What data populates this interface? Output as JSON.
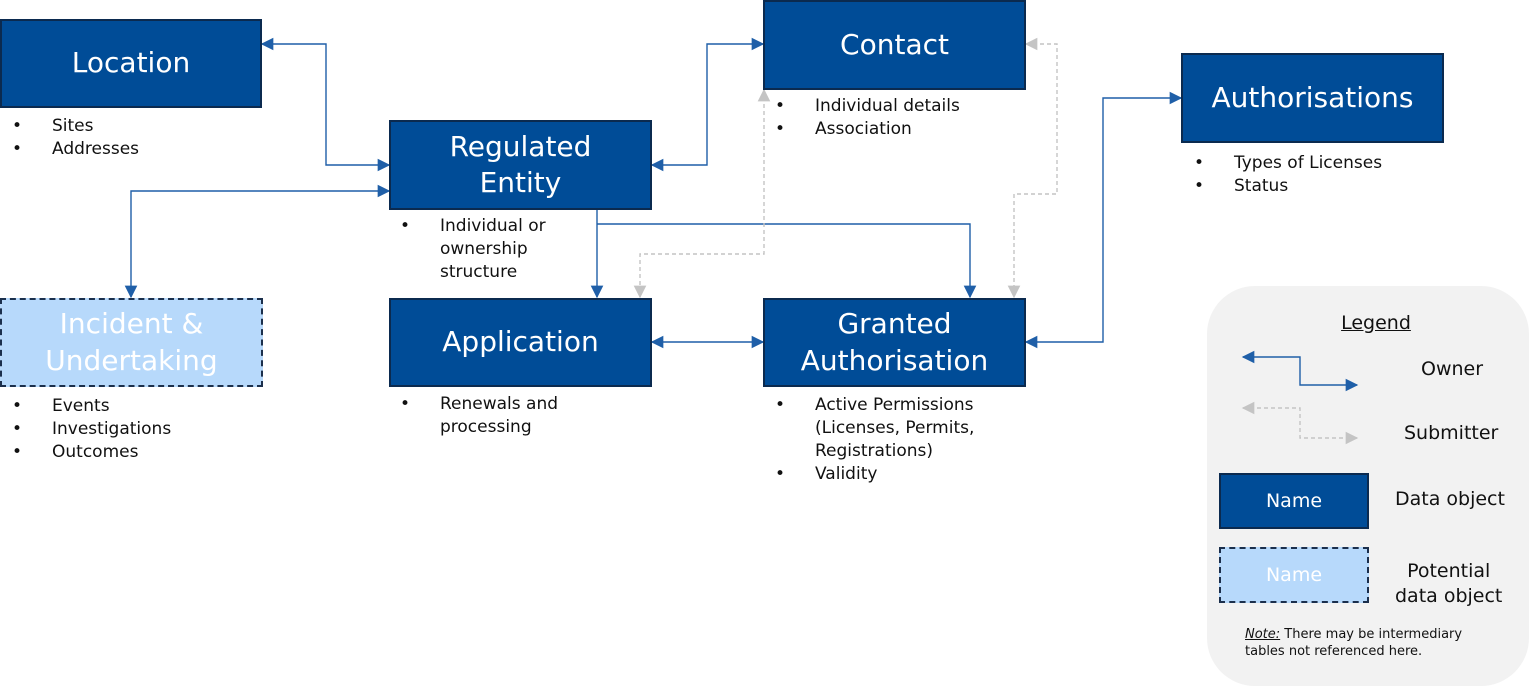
{
  "colors": {
    "data_object_fill": "#004c97",
    "potential_object_fill": "#b7d9fb",
    "owner_line": "#1f5fa8",
    "submitter_line": "#c4c4c4",
    "legend_background": "#f2f2f2"
  },
  "entities": {
    "location": {
      "title_lines": [
        "Location"
      ],
      "bullets": [
        "Sites",
        "Addresses"
      ],
      "type": "data object"
    },
    "regulated_entity": {
      "title_lines": [
        "Regulated",
        "Entity"
      ],
      "bullets": [
        "Individual or ownership structure"
      ],
      "type": "data object"
    },
    "contact": {
      "title_lines": [
        "Contact"
      ],
      "bullets": [
        "Individual details",
        "Association"
      ],
      "type": "data object"
    },
    "authorisations": {
      "title_lines": [
        "Authorisations"
      ],
      "bullets": [
        "Types of Licenses",
        "Status"
      ],
      "type": "data object"
    },
    "incident": {
      "title_lines": [
        "Incident &",
        "Undertaking"
      ],
      "bullets": [
        "Events",
        "Investigations",
        "Outcomes"
      ],
      "type": "potential data object"
    },
    "application": {
      "title_lines": [
        "Application"
      ],
      "bullets": [
        "Renewals and processing"
      ],
      "type": "data object"
    },
    "granted": {
      "title_lines": [
        "Granted",
        "Authorisation"
      ],
      "bullets": [
        "Active Permissions (Licenses, Permits, Registrations)",
        "Validity"
      ],
      "type": "data object"
    }
  },
  "relationships": [
    {
      "from": "Regulated Entity",
      "to": "Location",
      "kind": "owner"
    },
    {
      "from": "Regulated Entity",
      "to": "Incident & Undertaking",
      "kind": "owner"
    },
    {
      "from": "Regulated Entity",
      "to": "Contact",
      "kind": "owner"
    },
    {
      "from": "Regulated Entity",
      "to": "Application",
      "kind": "owner"
    },
    {
      "from": "Regulated Entity",
      "to": "Granted Authorisation",
      "kind": "owner"
    },
    {
      "from": "Application",
      "to": "Granted Authorisation",
      "kind": "owner"
    },
    {
      "from": "Authorisations",
      "to": "Granted Authorisation",
      "kind": "owner"
    },
    {
      "from": "Contact",
      "to": "Application",
      "kind": "submitter"
    },
    {
      "from": "Contact",
      "to": "Granted Authorisation",
      "kind": "submitter"
    }
  ],
  "legend": {
    "title": "Legend",
    "owner_label": "Owner",
    "submitter_label": "Submitter",
    "box_name": "Name",
    "data_object_label": "Data object",
    "potential_label_line1": "Potential",
    "potential_label_line2": "data object",
    "note_prefix": "Note:",
    "note_text": " There may be intermediary tables not referenced here."
  }
}
